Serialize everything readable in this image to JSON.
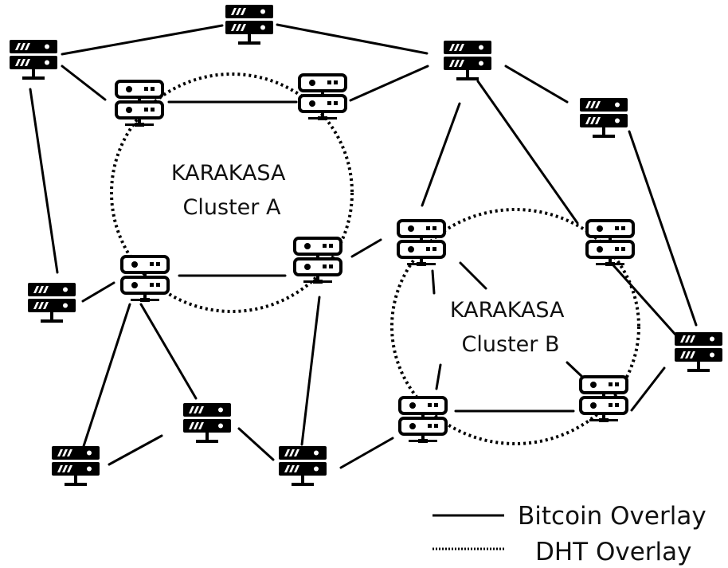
{
  "diagram": {
    "clusters": [
      {
        "id": "A",
        "line1": "KARAKASA",
        "line2": "Cluster A"
      },
      {
        "id": "B",
        "line1": "KARAKASA",
        "line2": "Cluster B"
      }
    ],
    "legend": [
      {
        "style": "solid",
        "label": "Bitcoin Overlay"
      },
      {
        "style": "dotted",
        "label": "DHT Overlay"
      }
    ],
    "node_icons": {
      "regular": "filled-server-icon",
      "karakasa": "outline-server-icon"
    }
  }
}
